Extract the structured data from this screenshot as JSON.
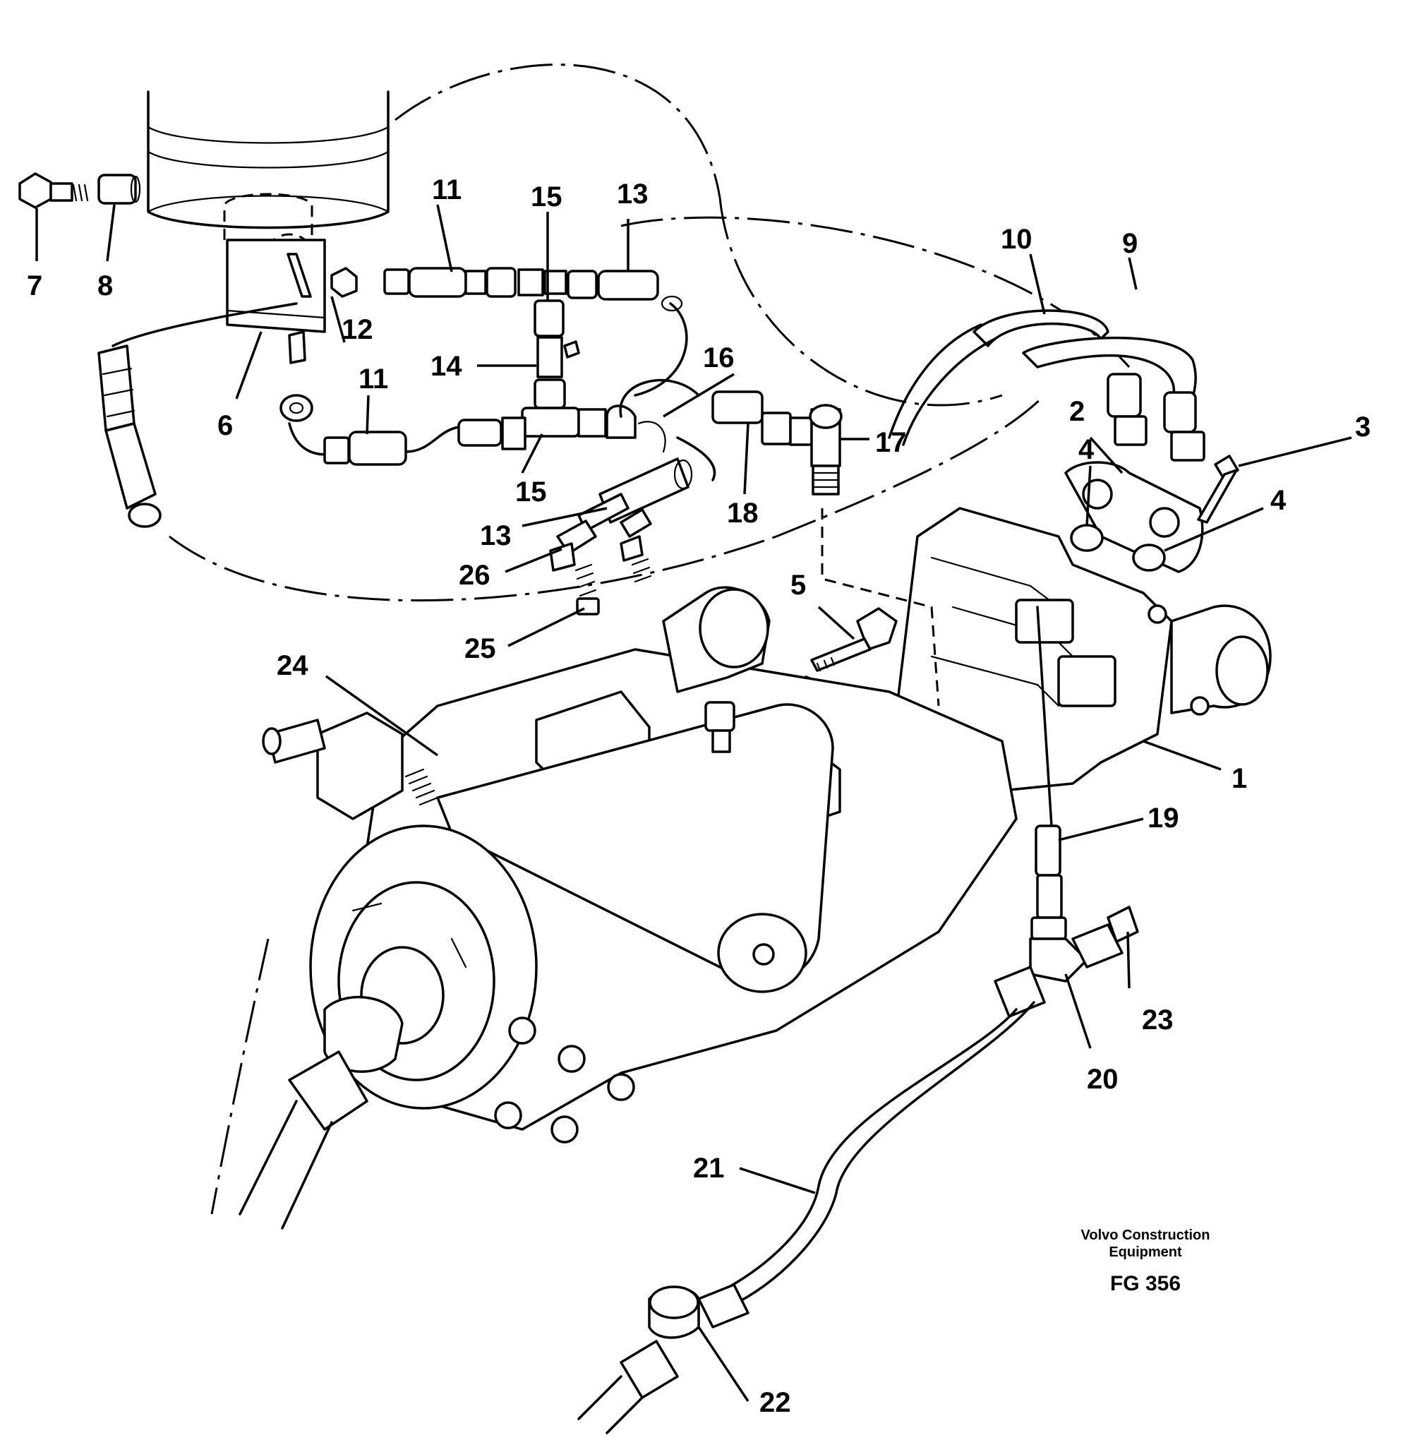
{
  "callouts": [
    {
      "n": "1"
    },
    {
      "n": "2"
    },
    {
      "n": "3"
    },
    {
      "n": "4"
    },
    {
      "n": "4"
    },
    {
      "n": "5"
    },
    {
      "n": "6"
    },
    {
      "n": "7"
    },
    {
      "n": "8"
    },
    {
      "n": "9"
    },
    {
      "n": "10"
    },
    {
      "n": "11"
    },
    {
      "n": "11"
    },
    {
      "n": "12"
    },
    {
      "n": "13"
    },
    {
      "n": "13"
    },
    {
      "n": "14"
    },
    {
      "n": "15"
    },
    {
      "n": "15"
    },
    {
      "n": "16"
    },
    {
      "n": "17"
    },
    {
      "n": "18"
    },
    {
      "n": "19"
    },
    {
      "n": "20"
    },
    {
      "n": "21"
    },
    {
      "n": "22"
    },
    {
      "n": "23"
    },
    {
      "n": "24"
    },
    {
      "n": "25"
    },
    {
      "n": "26"
    }
  ],
  "credit": {
    "line1": "Volvo Construction",
    "line2": "Equipment",
    "figure": "FG 356"
  },
  "style": {
    "ink": "#000000",
    "paper": "#ffffff"
  }
}
